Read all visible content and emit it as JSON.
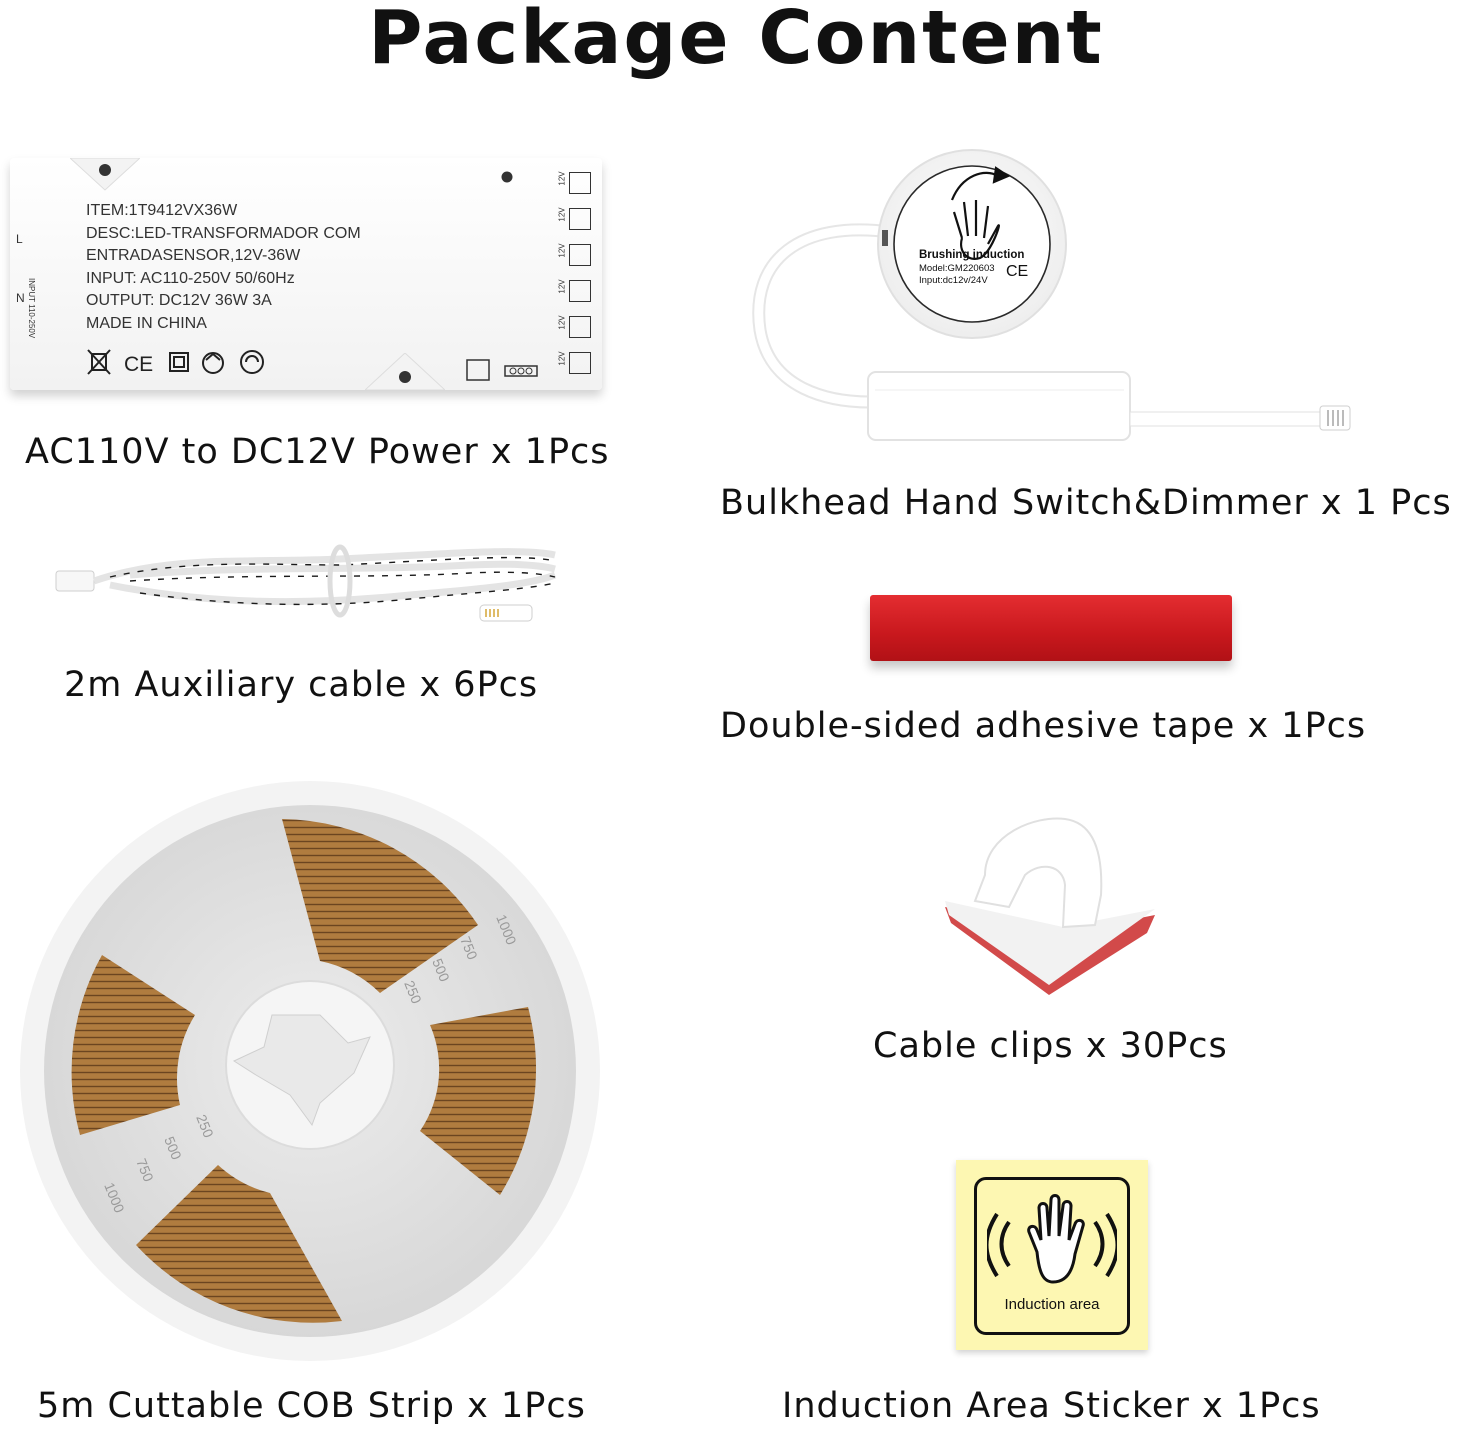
{
  "title": "Package Content",
  "power_supply": {
    "caption": "AC110V to DC12V Power  x 1Pcs",
    "label_lines": [
      "ITEM:1T9412VX36W",
      "DESC:LED-TRANSFORMADOR COM",
      "ENTRADASENSOR,12V-36W",
      "INPUT: AC110-250V 50/60Hz",
      "OUTPUT: DC12V 36W 3A",
      "MADE IN CHINA"
    ],
    "input_side": {
      "l": "L",
      "n": "N",
      "input": "INPUT",
      "range": "110-250V"
    },
    "port_label": "12V",
    "port_count": 6
  },
  "switch": {
    "caption": "Bulkhead Hand Switch&Dimmer  x 1  Pcs",
    "puck_title": "Brushing induction",
    "puck_model": "Model:GM220603",
    "puck_input": "Input:dc12v/24V",
    "puck_mark": "CE"
  },
  "cable": {
    "caption": "2m Auxiliary cable  x 6Pcs"
  },
  "tape": {
    "caption": "Double-sided adhesive tape  x 1Pcs",
    "color": "#d4191e"
  },
  "strip": {
    "caption": "5m Cuttable COB Strip x 1Pcs",
    "reel_marks": [
      "1000",
      "750",
      "500",
      "250"
    ]
  },
  "clips": {
    "caption": "Cable clips x 30Pcs"
  },
  "sticker": {
    "caption": "Induction Area Sticker x 1Pcs",
    "label": "Induction area",
    "background": "#fdf7b2"
  }
}
